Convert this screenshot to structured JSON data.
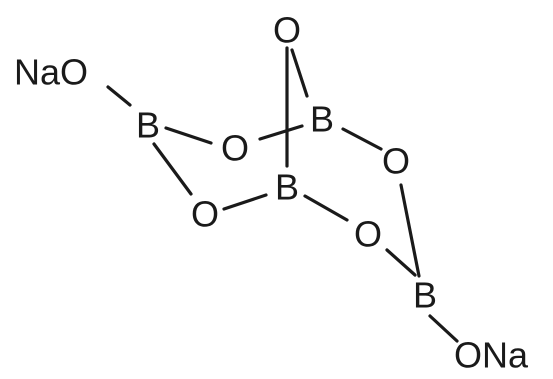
{
  "labels": {
    "nao": "NaO",
    "b_left": "B",
    "o_left_upper": "O",
    "o_left_lower": "O",
    "b_center": "B",
    "o_top": "O",
    "b_upper_right": "B",
    "o_right_upper": "O",
    "o_right_lower": "O",
    "b_lower_right": "B",
    "ona": "ONa"
  },
  "colors": {
    "ink": "#1a1a1a",
    "background": "#ffffff"
  }
}
